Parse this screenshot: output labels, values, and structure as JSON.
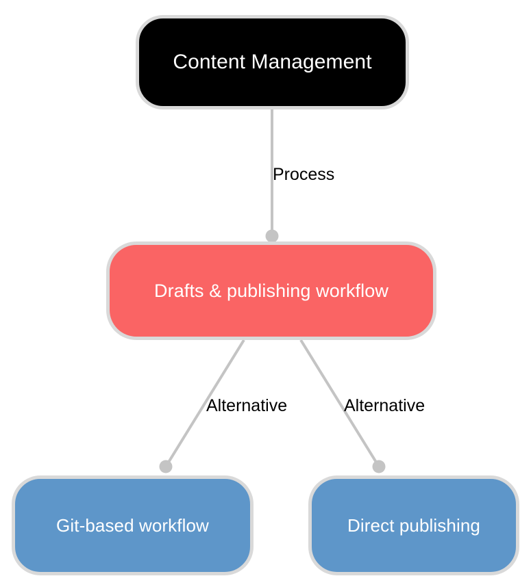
{
  "diagram": {
    "type": "mind-map",
    "background_color": "#ffffff",
    "edge_color": "#c4c4c4",
    "node_border_color": "#d9d9d9",
    "nodes": [
      {
        "id": "root",
        "label": "Content Management",
        "fill": "#000000",
        "text_color": "#ffffff",
        "level": 0
      },
      {
        "id": "branch",
        "label": "Drafts & publishing workflow",
        "fill": "#fa6464",
        "text_color": "#ffffff",
        "level": 1
      },
      {
        "id": "leaf-left",
        "label": "Git-based workflow",
        "fill": "#5e96c9",
        "text_color": "#ffffff",
        "level": 2
      },
      {
        "id": "leaf-right",
        "label": "Direct publishing",
        "fill": "#5e96c9",
        "text_color": "#ffffff",
        "level": 2
      }
    ],
    "edges": [
      {
        "id": "edge-process",
        "from": "root",
        "to": "branch",
        "label": "Process"
      },
      {
        "id": "edge-alt-left",
        "from": "branch",
        "to": "leaf-left",
        "label": "Alternative"
      },
      {
        "id": "edge-alt-right",
        "from": "branch",
        "to": "leaf-right",
        "label": "Alternative"
      }
    ]
  }
}
